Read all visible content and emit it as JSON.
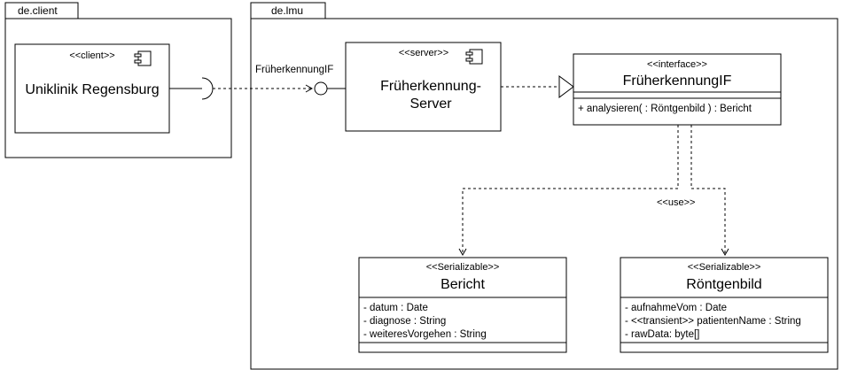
{
  "packages": {
    "client": {
      "name": "de.client"
    },
    "lmu": {
      "name": "de.lmu"
    }
  },
  "components": {
    "client": {
      "stereotype": "<<client>>",
      "name": "Uniklinik Regensburg"
    },
    "server": {
      "stereotype": "<<server>>",
      "name_line1": "Früherkennung-",
      "name_line2": "Server"
    }
  },
  "interface_label": "FrüherkennungIF",
  "interface_class": {
    "stereotype": "<<interface>>",
    "name": "FrüherkennungIF",
    "operations": [
      "+ analysieren( : Röntgenbild ) : Bericht"
    ]
  },
  "use_label": "<<use>>",
  "classes": {
    "bericht": {
      "stereotype": "<<Serializable>>",
      "name": "Bericht",
      "attributes": [
        "- datum : Date",
        "- diagnose : String",
        "- weiteresVorgehen : String"
      ]
    },
    "roentgenbild": {
      "stereotype": "<<Serializable>>",
      "name": "Röntgenbild",
      "attributes": [
        "- aufnahmeVom : Date",
        "- <<transient>> patientenName : String",
        "- rawData: byte[]"
      ]
    }
  },
  "colors": {
    "line": "#000000",
    "background": "#ffffff"
  }
}
